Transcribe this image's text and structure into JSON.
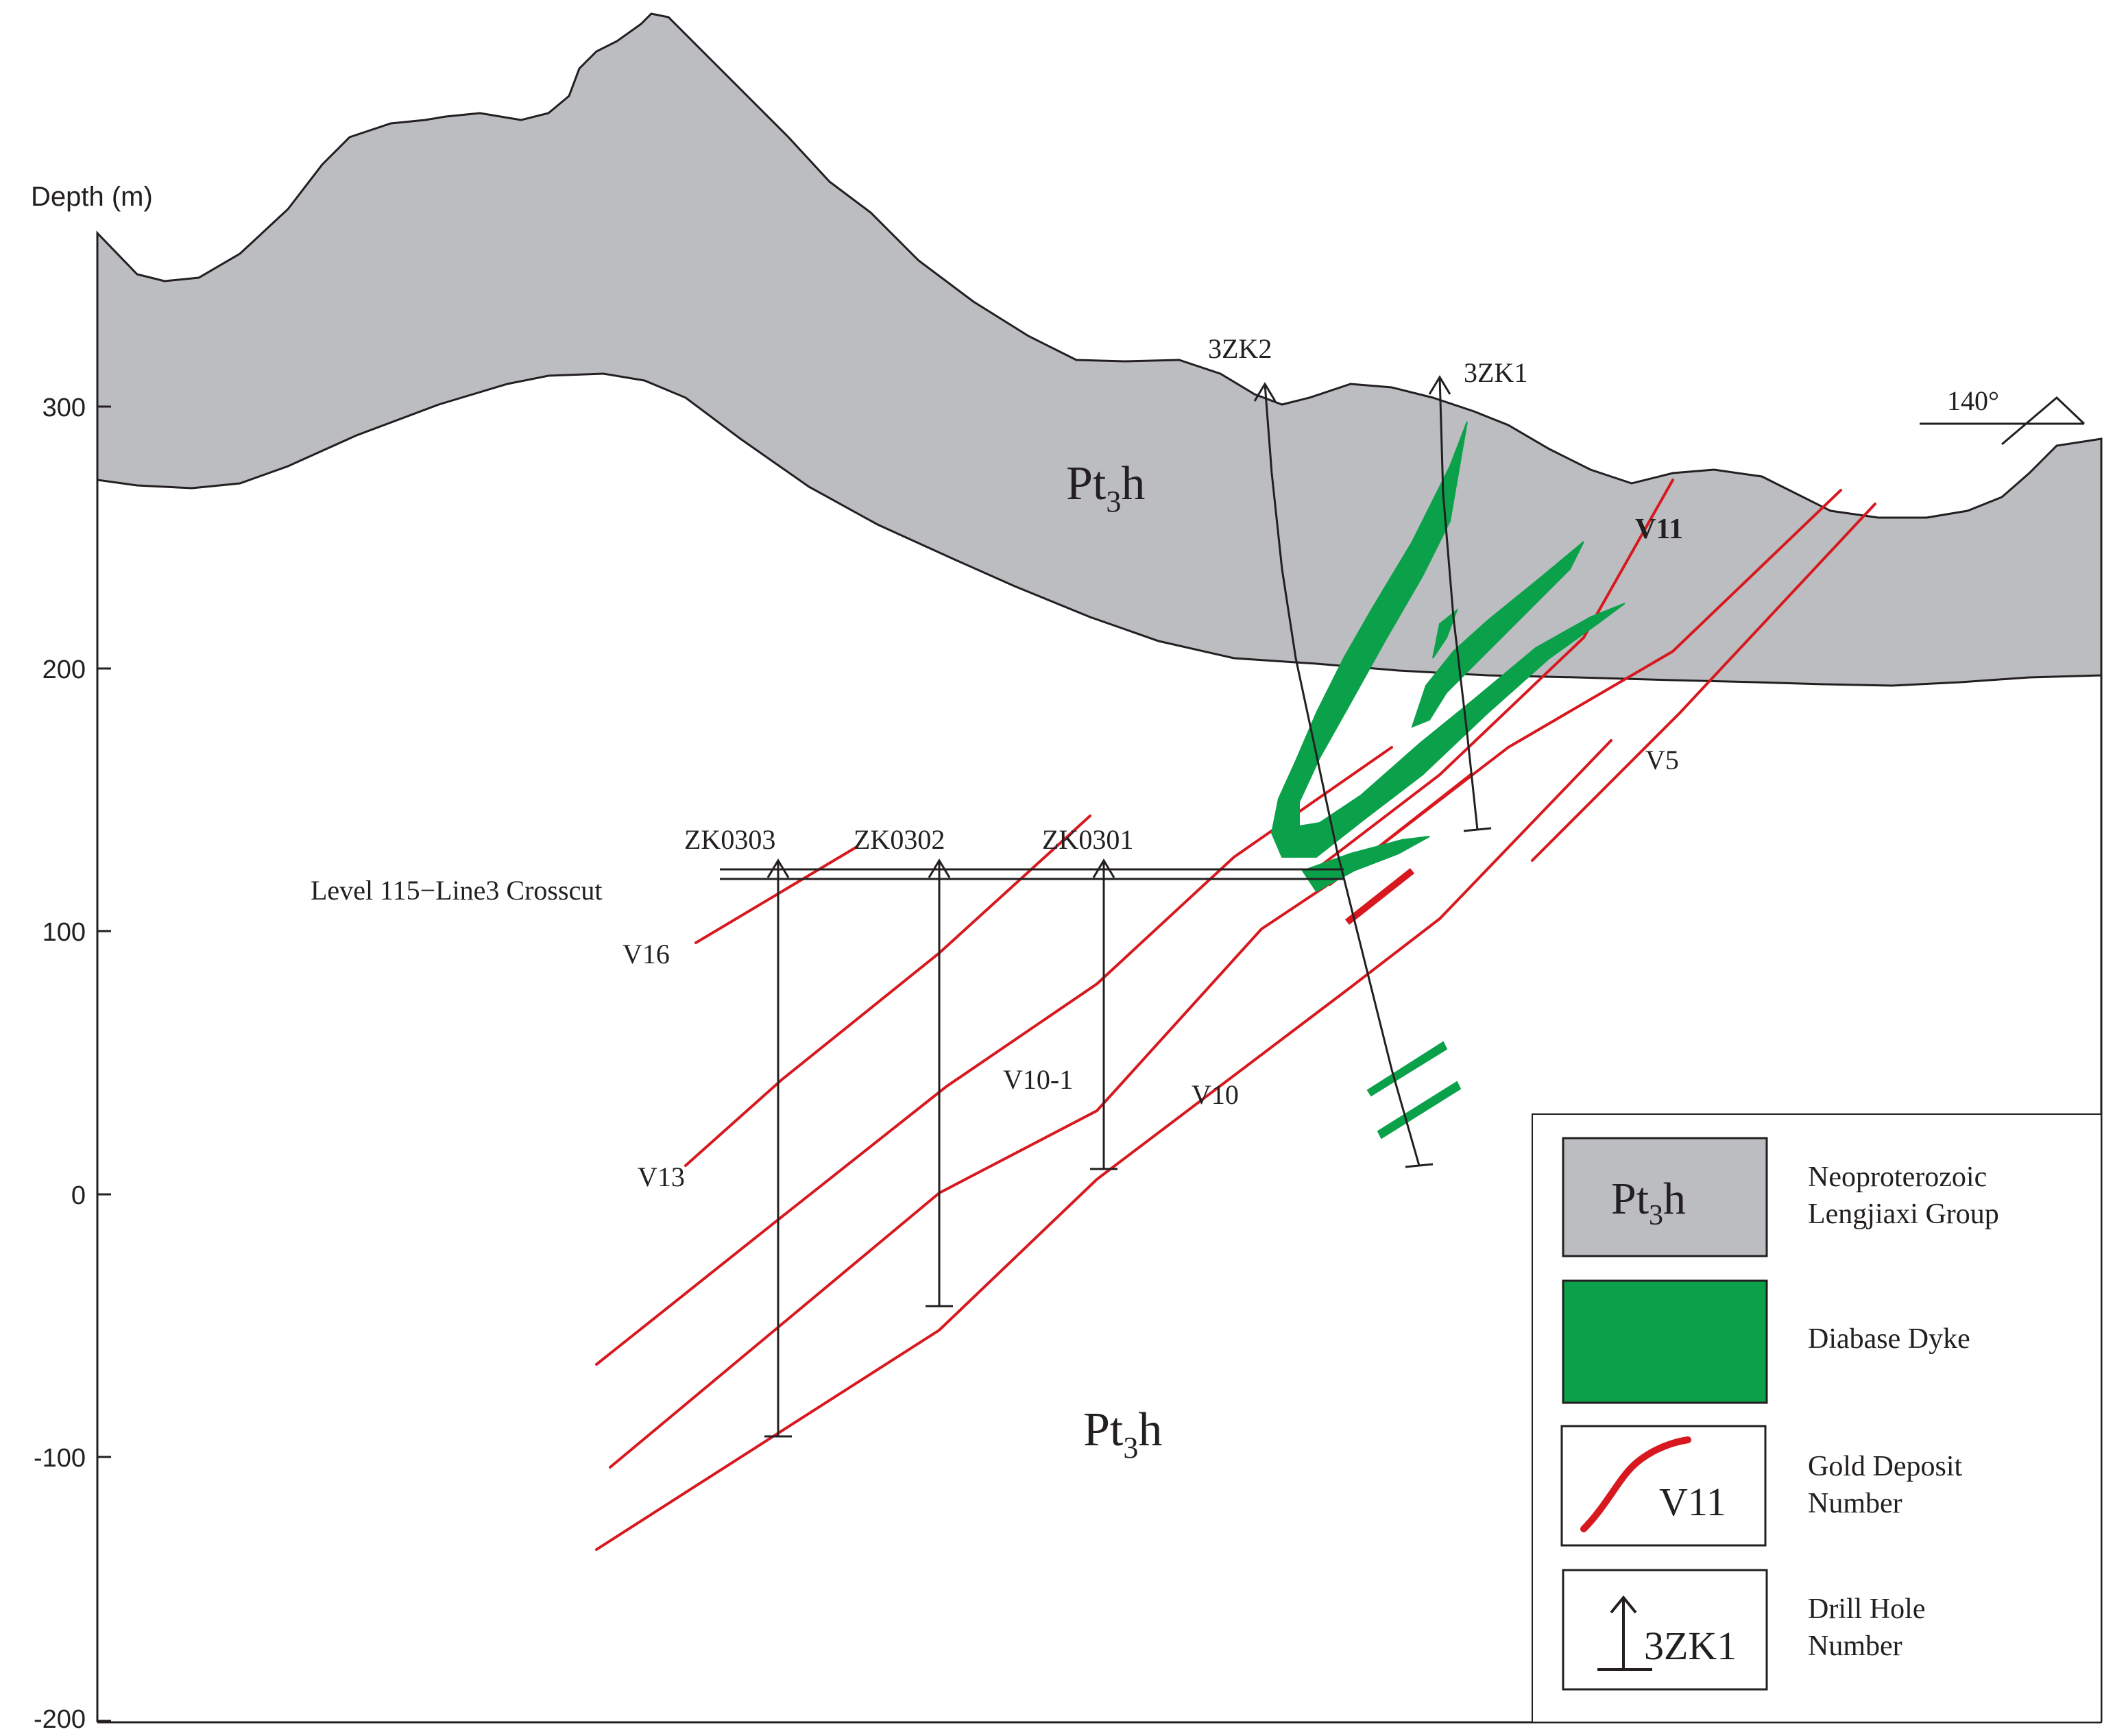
{
  "depth_axis": {
    "title": "Depth (m)",
    "ticks": [
      "300",
      "200",
      "100",
      "0",
      "-100",
      "-200"
    ]
  },
  "units": {
    "upper_label_main": "Pt",
    "upper_label_sub": "3",
    "upper_label_end": "h",
    "lower_label_main": "Pt",
    "lower_label_sub": "3",
    "lower_label_end": "h"
  },
  "orientation": "140°",
  "drill_holes": [
    "3ZK2",
    "3ZK1",
    "ZK0303",
    "ZK0302",
    "ZK0301"
  ],
  "crosscut_label": "Level 115−Line3 Crosscut",
  "veins": [
    "V11",
    "V5",
    "V16",
    "V13",
    "V10-1",
    "V10"
  ],
  "legend": {
    "unit_symbol_main": "Pt",
    "unit_symbol_sub": "3",
    "unit_symbol_end": "h",
    "unit_text_1": "Neoproterozoic",
    "unit_text_2": "Lengjiaxi Group",
    "dyke_text": "Diabase Dyke",
    "vein_symbol": "V11",
    "vein_text_1": "Gold Deposit",
    "vein_text_2": "Number",
    "hole_symbol": "3ZK1",
    "hole_text_1": "Drill  Hole",
    "hole_text_2": "Number"
  },
  "colors": {
    "unit_gray": "#bcbdc0",
    "diabase_green": "#0aa14a",
    "vein_red": "#d7191f",
    "line_black": "#231f20"
  }
}
